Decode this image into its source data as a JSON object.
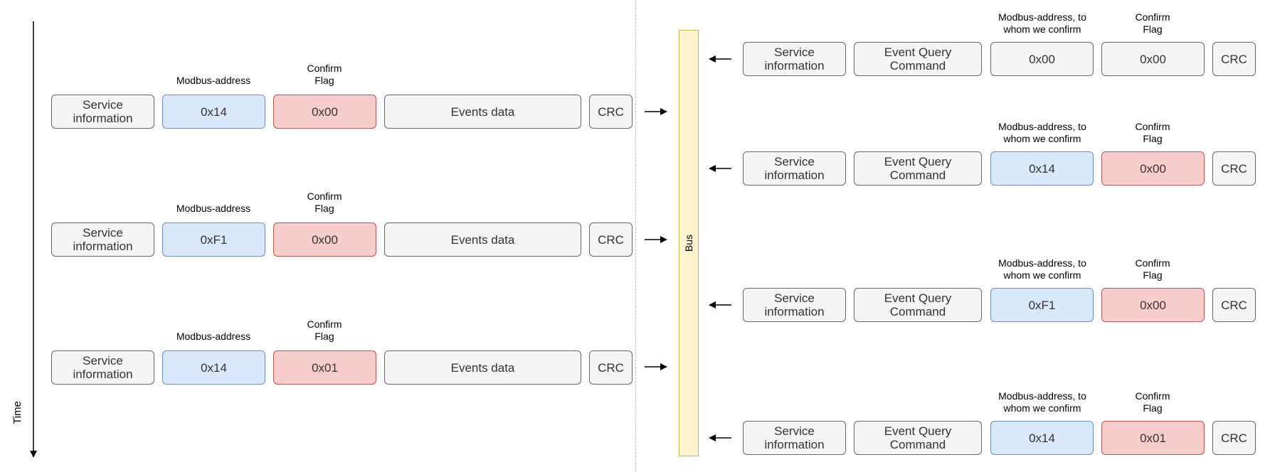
{
  "time_label": "Time",
  "bus_label": "Bus",
  "outgoing": [
    {
      "labels": {
        "address": "Modbus-address",
        "flag": "Confirm\nFlag"
      },
      "fields": {
        "service": "Service\ninformation",
        "address": "0x14",
        "flag": "0x00",
        "events": "Events data",
        "crc": "CRC"
      }
    },
    {
      "labels": {
        "address": "Modbus-address",
        "flag": "Confirm\nFlag"
      },
      "fields": {
        "service": "Service\ninformation",
        "address": "0xF1",
        "flag": "0x00",
        "events": "Events data",
        "crc": "CRC"
      }
    },
    {
      "labels": {
        "address": "Modbus-address",
        "flag": "Confirm\nFlag"
      },
      "fields": {
        "service": "Service\ninformation",
        "address": "0x14",
        "flag": "0x01",
        "events": "Events data",
        "crc": "CRC"
      }
    }
  ],
  "incoming": [
    {
      "labels": {
        "address": "Modbus-address, to\nwhom we confirm",
        "flag": "Confirm\nFlag"
      },
      "fields": {
        "service": "Service\ninformation",
        "command": "Event Query\nCommand",
        "address": "0x00",
        "flag": "0x00",
        "crc": "CRC"
      },
      "colored": false
    },
    {
      "labels": {
        "address": "Modbus-address, to\nwhom we confirm",
        "flag": "Confirm\nFlag"
      },
      "fields": {
        "service": "Service\ninformation",
        "command": "Event Query\nCommand",
        "address": "0x14",
        "flag": "0x00",
        "crc": "CRC"
      },
      "colored": true
    },
    {
      "labels": {
        "address": "Modbus-address, to\nwhom we confirm",
        "flag": "Confirm\nFlag"
      },
      "fields": {
        "service": "Service\ninformation",
        "command": "Event Query\nCommand",
        "address": "0xF1",
        "flag": "0x00",
        "crc": "CRC"
      },
      "colored": true
    },
    {
      "labels": {
        "address": "Modbus-address, to\nwhom we confirm",
        "flag": "Confirm\nFlag"
      },
      "fields": {
        "service": "Service\ninformation",
        "command": "Event Query\nCommand",
        "address": "0x14",
        "flag": "0x01",
        "crc": "CRC"
      },
      "colored": true
    }
  ]
}
